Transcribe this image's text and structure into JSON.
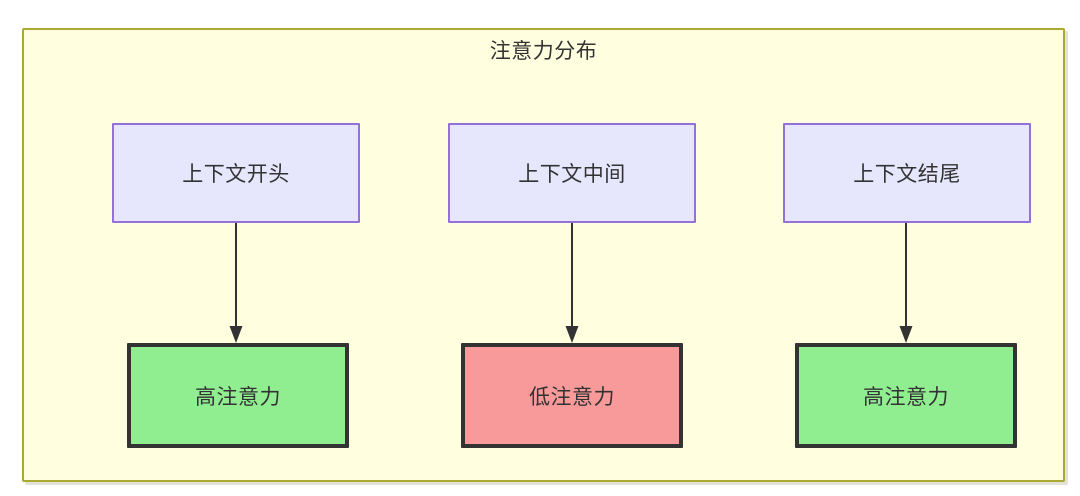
{
  "diagram": {
    "title": "注意力分布",
    "colors": {
      "container_fill": "#ffffe0",
      "container_border": "#aaaa33",
      "context_fill": "#e6e6fd",
      "context_border": "#9370db",
      "high_attention_fill": "#90ee90",
      "low_attention_fill": "#f89a9a",
      "node_border_dark": "#333333",
      "text": "#333333",
      "arrow": "#333333"
    },
    "context_nodes": [
      {
        "id": "context-start",
        "label": "上下文开头"
      },
      {
        "id": "context-middle",
        "label": "上下文中间"
      },
      {
        "id": "context-end",
        "label": "上下文结尾"
      }
    ],
    "attention_nodes": [
      {
        "id": "attention-high-start",
        "label": "高注意力",
        "level": "high"
      },
      {
        "id": "attention-low-middle",
        "label": "低注意力",
        "level": "low"
      },
      {
        "id": "attention-high-end",
        "label": "高注意力",
        "level": "high"
      }
    ],
    "edges": [
      {
        "from": "上下文开头",
        "to": "高注意力"
      },
      {
        "from": "上下文中间",
        "to": "低注意力"
      },
      {
        "from": "上下文结尾",
        "to": "高注意力"
      }
    ]
  }
}
